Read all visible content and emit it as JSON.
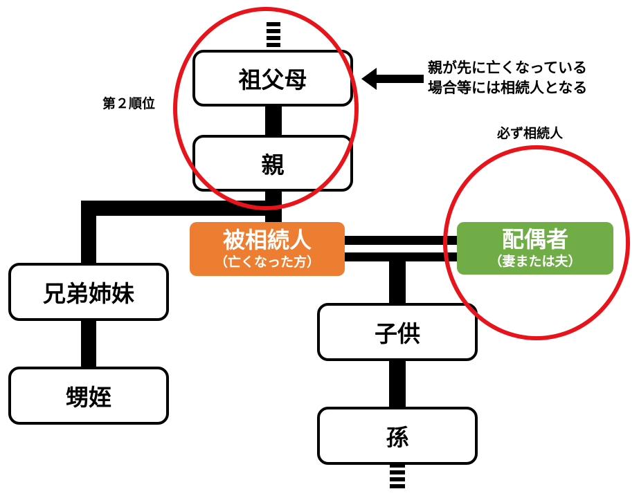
{
  "nodes": {
    "grandparents": "祖父母",
    "parents": "親",
    "decedent": {
      "title": "被相続人",
      "subtitle": "（亡くなった方）"
    },
    "spouse": {
      "title": "配偶者",
      "subtitle": "（妻または夫）"
    },
    "siblings": "兄弟姉妹",
    "nephews_nieces": "甥姪",
    "children": "子供",
    "grandchildren": "孫"
  },
  "labels": {
    "second_rank": "第２順位",
    "always_heir": "必ず相続人",
    "grandparents_note_line1": "親が先に亡くなっている",
    "grandparents_note_line2": "場合等には相続人となる"
  },
  "colors": {
    "decedent": "#ed7d31",
    "spouse": "#70ad47",
    "ring": "#e8141b",
    "line": "#000000"
  }
}
